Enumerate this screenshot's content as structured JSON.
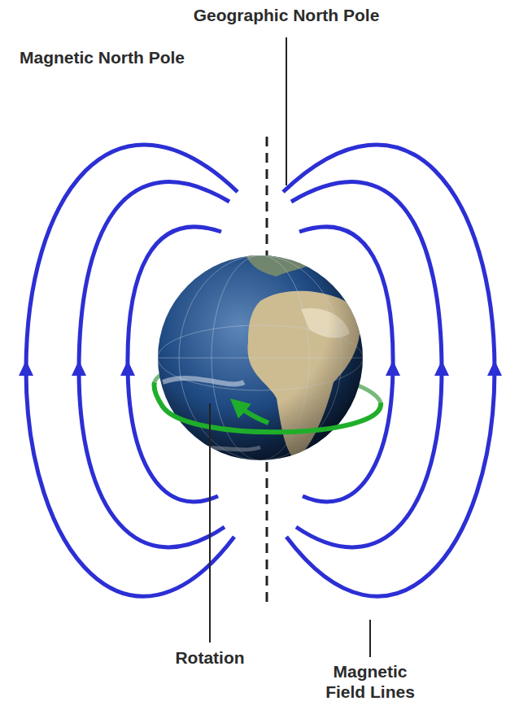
{
  "diagram": {
    "labels": [
      "Geographic North Pole",
      "Magnetic North Pole",
      "Rotation",
      "Magnetic Field Lines"
    ]
  }
}
